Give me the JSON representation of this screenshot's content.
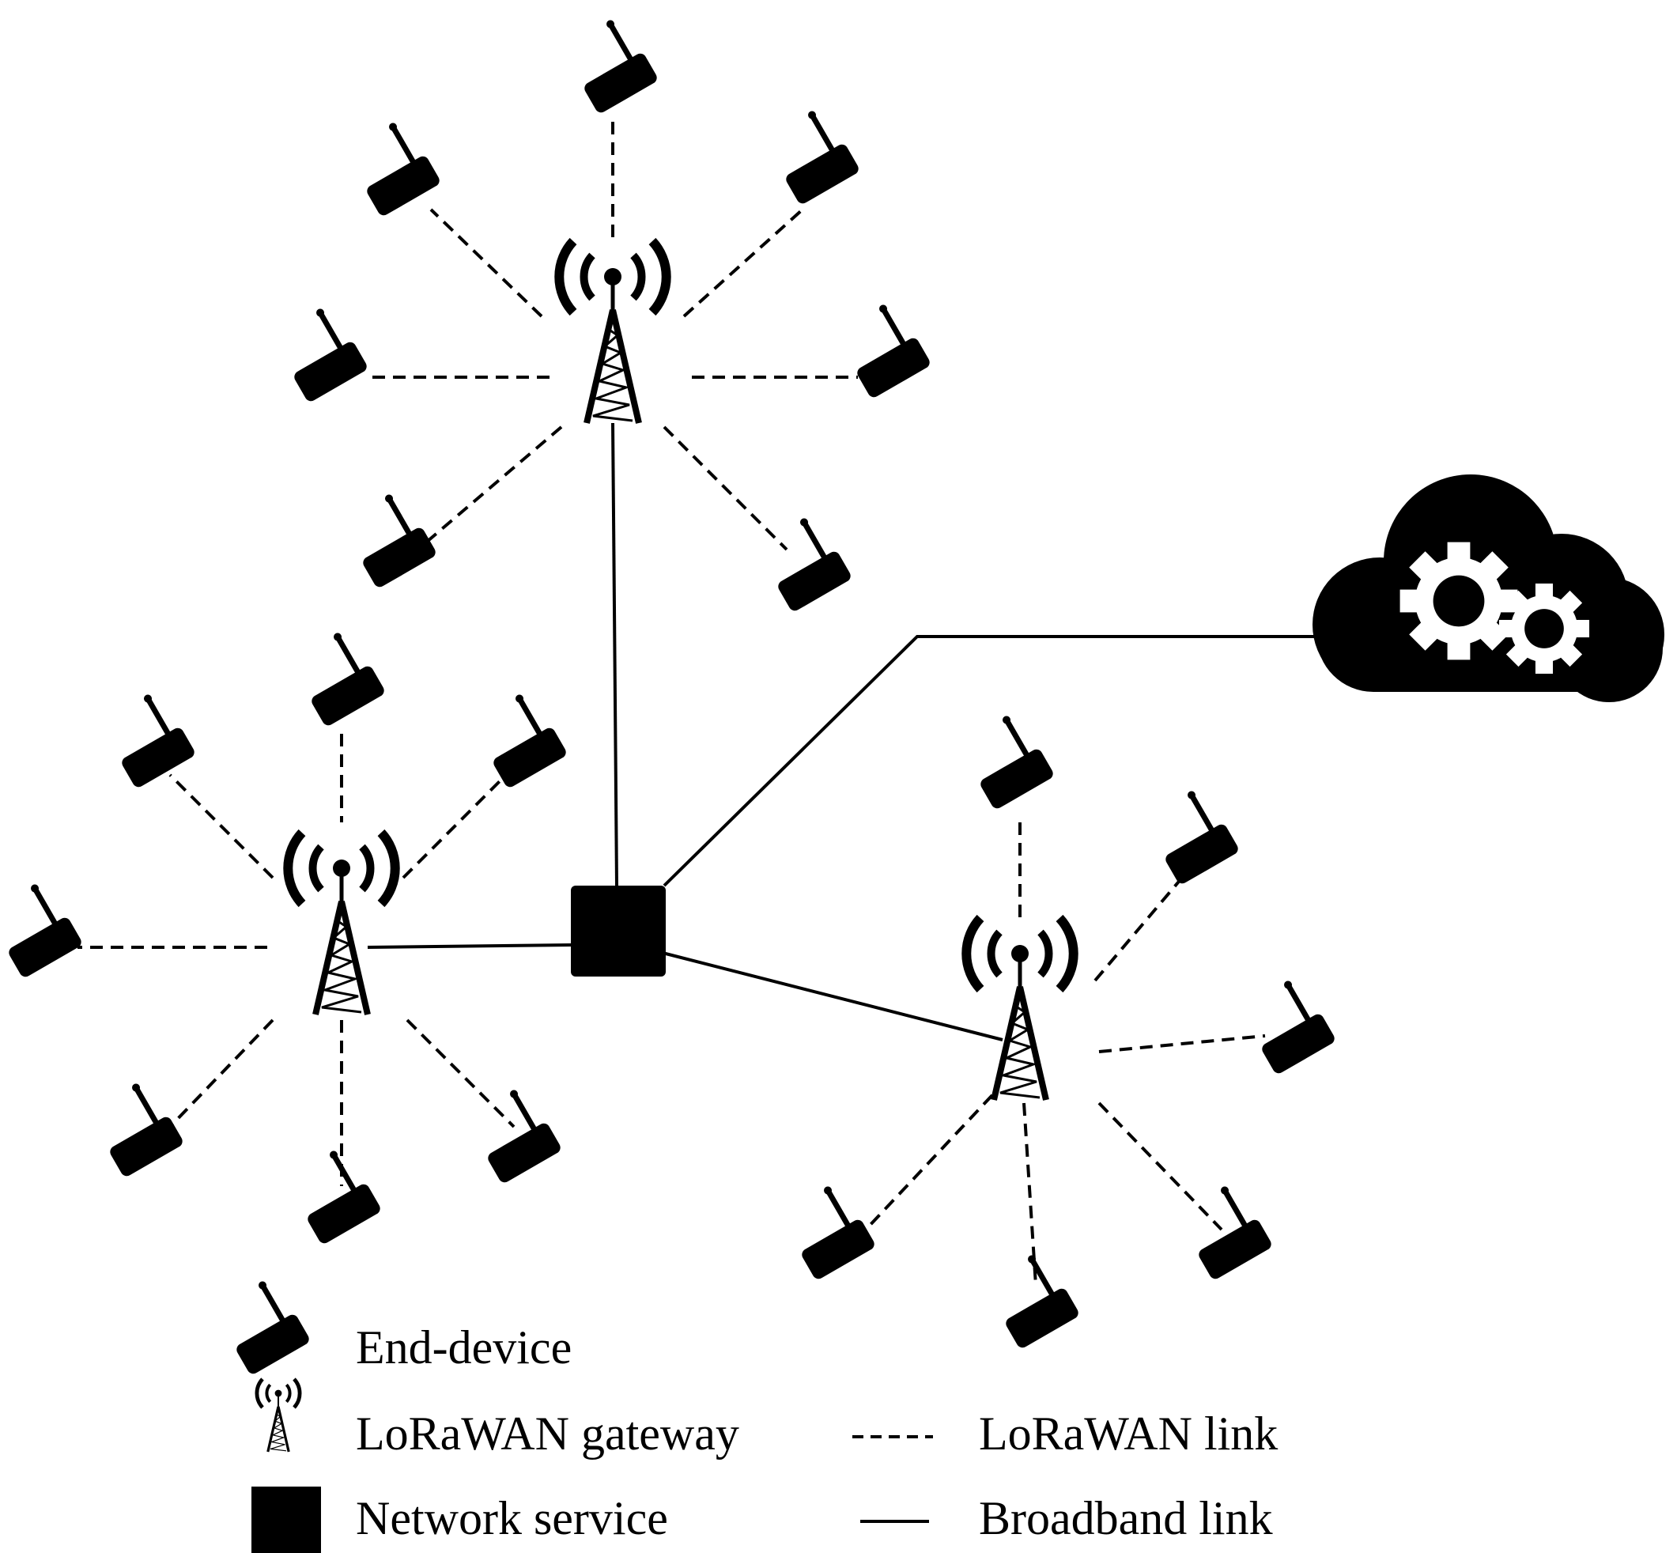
{
  "colors": {
    "ink": "#000000",
    "background": "#ffffff"
  },
  "icons": {
    "end_device": "end-device-icon",
    "gateway": "lorawan-gateway-icon",
    "network_service": "network-service-icon",
    "cloud": "cloud-gears-icon"
  },
  "legend": {
    "end_device": "End-device",
    "gateway": "LoRaWAN gateway",
    "network_service": "Network service",
    "lorawan_link": "LoRaWAN link",
    "broadband_link": "Broadband link"
  }
}
